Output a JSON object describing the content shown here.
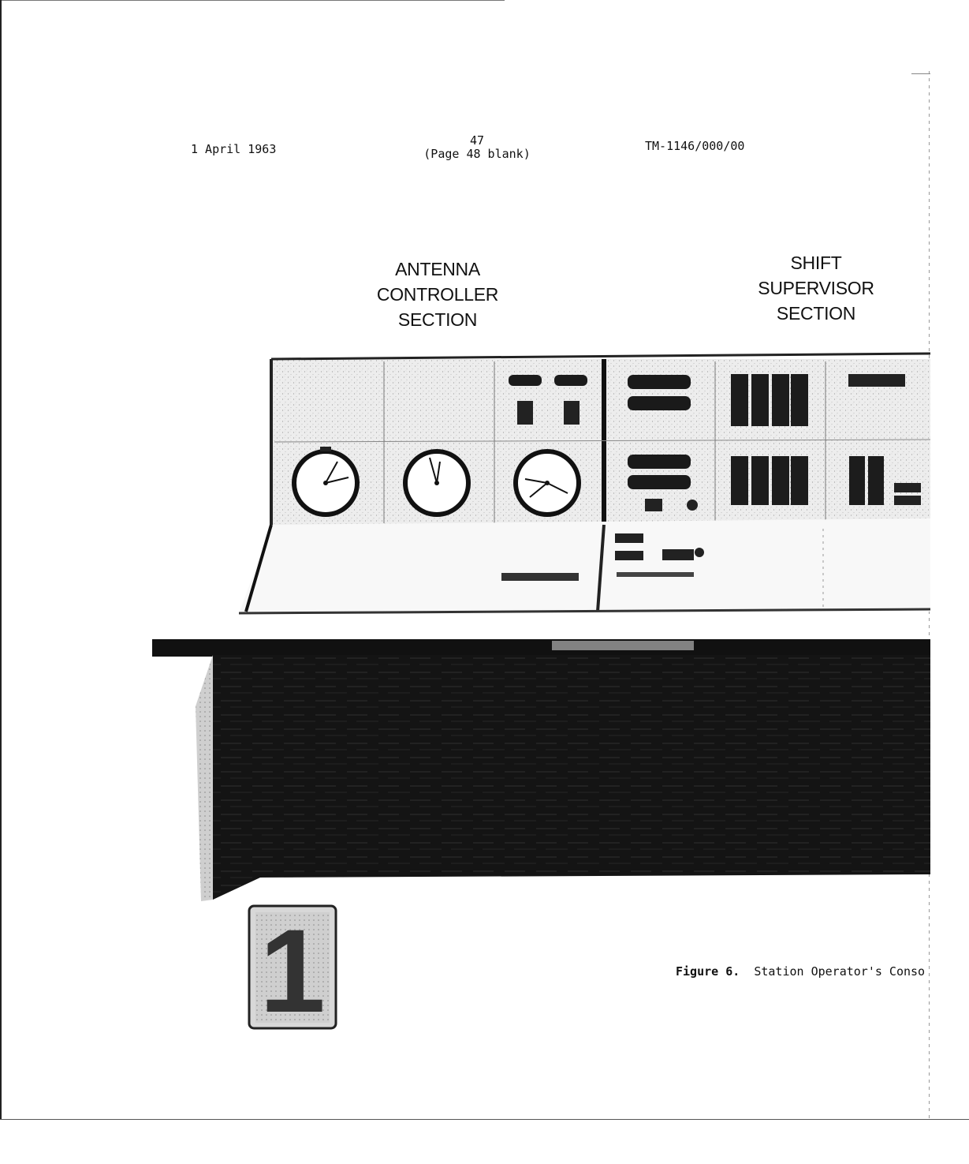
{
  "header": {
    "date": "1 April 1963",
    "page_number": "47",
    "page_note": "(Page 48 blank)",
    "document_id": "TM-1146/000/00"
  },
  "labels": {
    "antenna": [
      "ANTENNA",
      "CONTROLLER",
      "SECTION"
    ],
    "shift": [
      "SHIFT",
      "SUPERVISOR",
      "SECTION"
    ]
  },
  "caption": {
    "figure_number": "Figure 6.",
    "title": "Station Operator's Conso"
  },
  "photo_tag": "1"
}
